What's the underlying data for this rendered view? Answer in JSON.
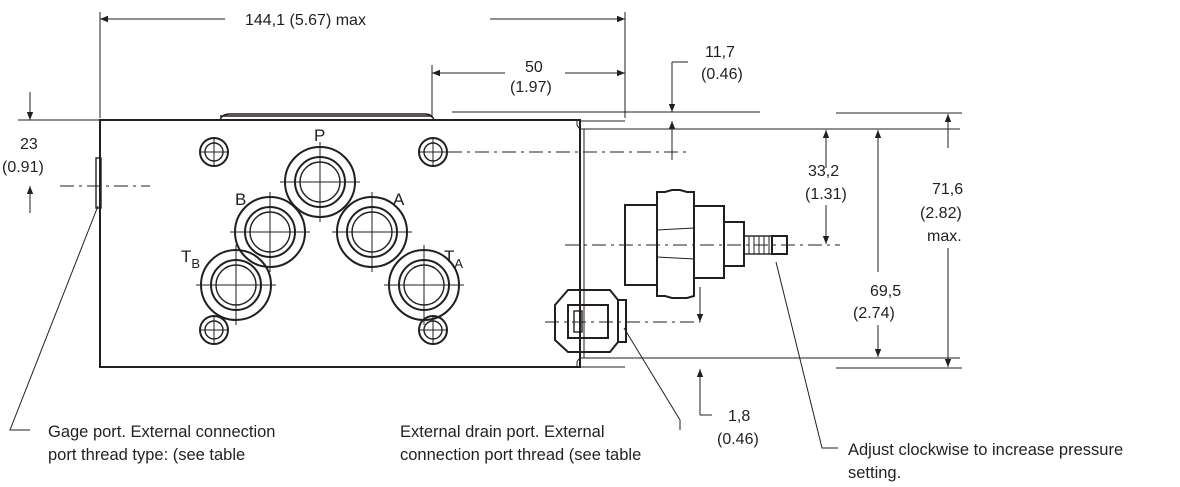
{
  "dimensions": {
    "overall_length": "144,1 (5.67) max",
    "valve_length_mm": "50",
    "valve_length_in": "(1.97)",
    "offset_top_mm": "11,7",
    "offset_top_in": "(0.46)",
    "gage_height_mm": "23",
    "gage_height_in": "(0.91)",
    "adjuster_height_mm": "33,2",
    "adjuster_height_in": "(1.31)",
    "body_height_mm": "69,5",
    "body_height_in": "(2.74)",
    "overall_height_mm": "71,6",
    "overall_height_in": "(2.82)",
    "overall_height_suffix": "max.",
    "offset_bottom_mm": "1,8",
    "offset_bottom_in": "(0.46)"
  },
  "ports": {
    "p": "P",
    "a": "A",
    "b": "B",
    "t": "T",
    "tb_sub": "B",
    "ta_sub": "A"
  },
  "notes": {
    "gage_line1": "Gage port. External connection",
    "gage_line2": "port thread type: (see table",
    "drain_line1": "External drain port. External",
    "drain_line2": "connection port thread (see table",
    "adjust_line1": "Adjust clockwise to increase pressure",
    "adjust_line2": "setting."
  }
}
